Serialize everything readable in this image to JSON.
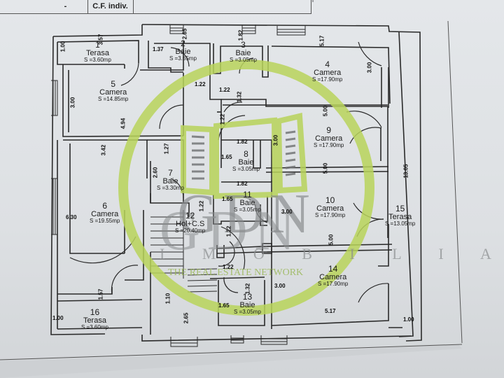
{
  "header_table": {
    "cell_1": "-",
    "cell_2": "C.F. indiv.",
    "cell_3": ""
  },
  "watermark": {
    "logo": "GDN",
    "subtitle": "I M O B I L I A R E",
    "tagline": "THE REAL ESTATE NETWORK",
    "ring_color": "#b8d35a",
    "logo_color": "#8a8d8f"
  },
  "rooms": [
    {
      "num": "1",
      "name": "Terasa",
      "area": "S =3.60mp"
    },
    {
      "num": "2",
      "name": "Baie",
      "area": "S =3.65mp"
    },
    {
      "num": "3",
      "name": "Baie",
      "area": "S =3.05mp"
    },
    {
      "num": "4",
      "name": "Camera",
      "area": "S =17.90mp"
    },
    {
      "num": "5",
      "name": "Camera",
      "area": "S =14.85mp"
    },
    {
      "num": "6",
      "name": "Camera",
      "area": "S =19.55mp"
    },
    {
      "num": "7",
      "name": "Baie",
      "area": "S =3.30mp"
    },
    {
      "num": "8",
      "name": "Baie",
      "area": "S =3.05mp"
    },
    {
      "num": "9",
      "name": "Camera",
      "area": "S =17.90mp"
    },
    {
      "num": "10",
      "name": "Camera",
      "area": "S =17.90mp"
    },
    {
      "num": "11",
      "name": "Baie",
      "area": "S =3.05mp"
    },
    {
      "num": "12",
      "name": "Hol+C.S",
      "area": "S =20.40mp"
    },
    {
      "num": "13",
      "name": "Baie",
      "area": "S =3.05mp"
    },
    {
      "num": "14",
      "name": "Camera",
      "area": "S =17.90mp"
    },
    {
      "num": "15",
      "name": "Terasa",
      "area": "S =13.05mp"
    },
    {
      "num": "16",
      "name": "Terasa",
      "area": "S =3.60mp"
    }
  ],
  "dimensions": {
    "d_1_00_top": "1.00",
    "d_3_57_top": "3.57",
    "d_2_65_top": "2.65",
    "d_1_82_top": "1.82",
    "d_5_17_top": "5.17",
    "d_1_37": "1.37",
    "d_3_00_r4": "3.00",
    "d_1_22_a": "1.22",
    "d_1_22_b": "1.22",
    "d_1_32": "1.32",
    "d_3_00_r5": "3.00",
    "d_4_94": "4.94",
    "d_5_00_a": "5.00",
    "d_1_22_c": "1.22",
    "d_3_00_mid": "3.00",
    "d_3_42": "3.42",
    "d_1_27": "1.27",
    "d_1_82_a": "1.82",
    "d_1_65_a": "1.65",
    "d_5_00_b": "5.00",
    "d_1_82_b": "1.82",
    "d_2_60": "2.60",
    "d_13_05": "13.05",
    "d_6_30": "6.30",
    "d_1_22_d": "1.22",
    "d_1_65_b": "1.65",
    "d_3_00_c": "3.00",
    "d_1_22_e": "1.22",
    "d_5_00_c": "5.00",
    "d_1_22_f": "1.22",
    "d_1_57": "1.57",
    "d_1_00_bl": "1.00",
    "d_1_10": "1.10",
    "d_2_65_b": "2.65",
    "d_1_65_c": "1.65",
    "d_1_32_b": "1.32",
    "d_3_00_d": "3.00",
    "d_5_17_b": "5.17",
    "d_1_00_br": "1.00"
  }
}
